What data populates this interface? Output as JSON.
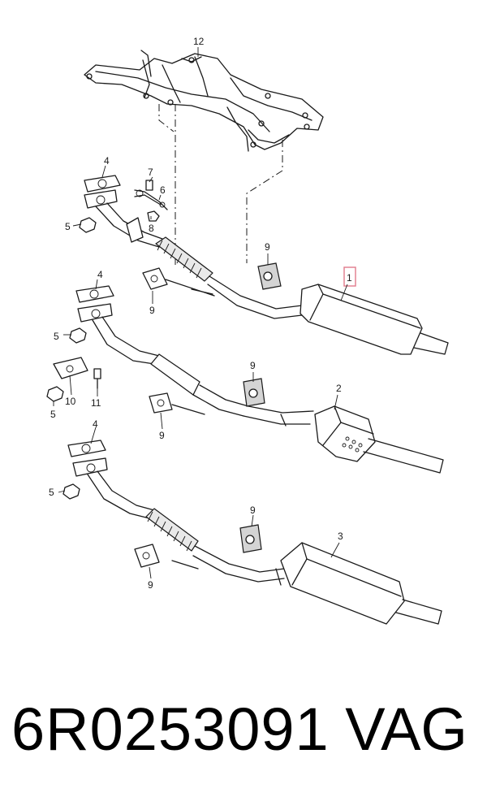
{
  "callouts": {
    "c1": "1",
    "c2": "2",
    "c3": "3",
    "c4": "4",
    "c5": "5",
    "c6": "6",
    "c7": "7",
    "c8": "8",
    "c9": "9",
    "c10": "10",
    "c11": "11",
    "c12": "12"
  },
  "footer": {
    "part_number": "6R0253091",
    "brand": "VAG"
  },
  "colors": {
    "highlight_box": "#e07b8c",
    "line": "#1a1a1a"
  }
}
